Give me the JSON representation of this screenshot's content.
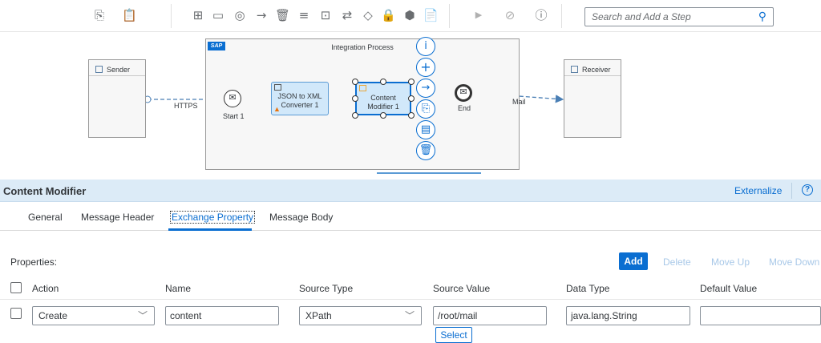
{
  "toolbar": {
    "search_placeholder": "Search and Add a Step"
  },
  "canvas": {
    "integration_process_title": "Integration Process",
    "sap_logo": "SAP",
    "sender_title": "Sender",
    "receiver_title": "Receiver",
    "start_label": "Start 1",
    "end_label": "End",
    "https_label": "HTTPS",
    "mail_label": "Mail",
    "task1_label": "JSON to XML Converter 1",
    "task2_label": "Content Modifier 1",
    "more_label": "···"
  },
  "panel": {
    "title": "Content Modifier",
    "externalize": "Externalize",
    "help": "?",
    "tabs": [
      "General",
      "Message Header",
      "Exchange Property",
      "Message Body"
    ],
    "active_tab": "Exchange Property",
    "properties_label": "Properties:",
    "buttons": {
      "add": "Add",
      "delete": "Delete",
      "move_up": "Move Up",
      "move_down": "Move Down"
    },
    "columns": [
      "Action",
      "Name",
      "Source Type",
      "Source Value",
      "Data Type",
      "Default Value"
    ],
    "rows": [
      {
        "action": "Create",
        "name": "content",
        "source_type": "XPath",
        "source_value": "/root/mail",
        "data_type": "java.lang.String",
        "default_value": "",
        "select_button": "Select"
      }
    ]
  },
  "colors": {
    "accent": "#0a6ed1",
    "panel_header": "#dcebf7",
    "task_fill": "#d1e8fa",
    "warning": "#e9730c"
  }
}
